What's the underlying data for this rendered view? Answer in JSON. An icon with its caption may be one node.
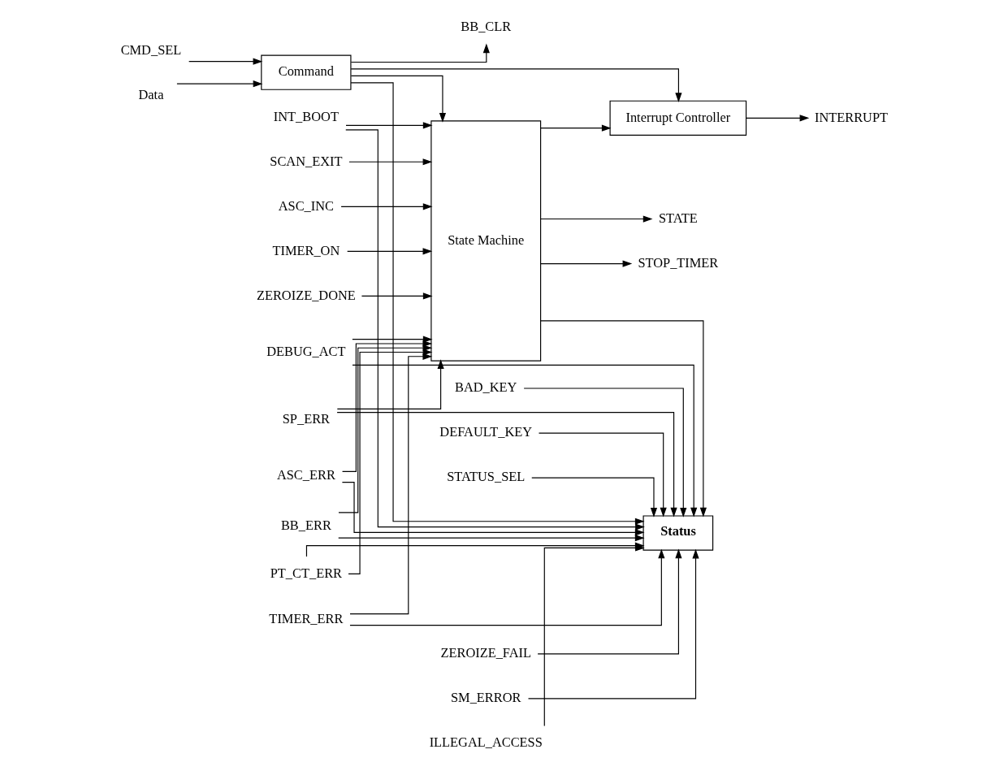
{
  "diagram": {
    "nodes": [
      {
        "text": [
          "INTERRUPT"
        ]
      },
      {
        "text": [
          "Interrupt Controller"
        ]
      },
      {
        "text": [
          "BB_CLR"
        ]
      },
      {
        "text": [
          "CMD_SEL"
        ]
      },
      {
        "text": [
          "Command"
        ]
      },
      {
        "text": [
          "Data"
        ]
      },
      {
        "text": [
          "SCAN_EXIT"
        ]
      },
      {
        "text": [
          "ASC_INC"
        ]
      },
      {
        "text": [
          "INT_BOOT"
        ]
      },
      {
        "text": [
          "TIMER_ON"
        ]
      },
      {
        "text": [
          "ZEROIZE_DONE"
        ]
      },
      {
        "text": [
          "DEBUG_ACT"
        ]
      },
      {
        "text": [
          "SP_ERR"
        ]
      },
      {
        "text": [
          "ASC_ERR"
        ]
      },
      {
        "text": [
          "BB_ERR"
        ]
      },
      {
        "text": [
          "PT_CT_ERR"
        ]
      },
      {
        "text": [
          "TIMER_ERR"
        ]
      },
      {
        "text": [
          "ZEROIZE_FAIL"
        ]
      },
      {
        "text": [
          "SM_ERROR"
        ]
      },
      {
        "text": [
          "ILLEGAL_ACCESS"
        ]
      },
      {
        "text": [
          "BAD_KEY"
        ]
      },
      {
        "text": [
          "DEFAULT_KEY"
        ]
      },
      {
        "text": [
          "State Machine"
        ]
      },
      {
        "text": [
          "STATE"
        ]
      },
      {
        "text": [
          "STOP_TIMER"
        ]
      },
      {
        "text": [
          "STATUS_SEL"
        ]
      },
      {
        "text": [
          "Status"
        ]
      }
    ],
    "edges": [
      {
        "from": 1,
        "to": 0,
        "arrow": "to"
      },
      {
        "from": 4,
        "to": 2,
        "arrow": "to"
      },
      {
        "from": 3,
        "to": 4,
        "arrow": "to"
      },
      {
        "from": 5,
        "to": 4,
        "arrow": "to"
      },
      {
        "from": 4,
        "to": 1,
        "arrow": "to"
      },
      {
        "from": 4,
        "to": 22,
        "arrow": "to"
      },
      {
        "from": 4,
        "to": 26,
        "arrow": "to"
      },
      {
        "from": 22,
        "to": 1,
        "arrow": "to"
      },
      {
        "from": 6,
        "to": 22,
        "arrow": "to"
      },
      {
        "from": 7,
        "to": 22,
        "arrow": "to"
      },
      {
        "from": 8,
        "to": 22,
        "arrow": "to"
      },
      {
        "from": 8,
        "to": 26,
        "arrow": "to"
      },
      {
        "from": 9,
        "to": 22,
        "arrow": "to"
      },
      {
        "from": 10,
        "to": 22,
        "arrow": "to"
      },
      {
        "from": 11,
        "to": 22,
        "arrow": "to"
      },
      {
        "from": 11,
        "to": 26,
        "arrow": "to"
      },
      {
        "from": 12,
        "to": 22,
        "arrow": "to"
      },
      {
        "from": 12,
        "to": 26,
        "arrow": "to"
      },
      {
        "from": 13,
        "to": 22,
        "arrow": "to"
      },
      {
        "from": 13,
        "to": 26,
        "arrow": "to"
      },
      {
        "from": 14,
        "to": 22,
        "arrow": "to"
      },
      {
        "from": 14,
        "to": 26,
        "arrow": "to"
      },
      {
        "from": 15,
        "to": 22,
        "arrow": "to"
      },
      {
        "from": 15,
        "to": 26,
        "arrow": "to"
      },
      {
        "from": 16,
        "to": 22,
        "arrow": "to"
      },
      {
        "from": 16,
        "to": 26,
        "arrow": "to"
      },
      {
        "from": 17,
        "to": 26,
        "arrow": "to"
      },
      {
        "from": 18,
        "to": 26,
        "arrow": "to"
      },
      {
        "from": 19,
        "to": 26,
        "arrow": "to"
      },
      {
        "from": 20,
        "to": 26,
        "arrow": "to"
      },
      {
        "from": 21,
        "to": 26,
        "arrow": "to"
      },
      {
        "from": 22,
        "to": 23,
        "arrow": "to"
      },
      {
        "from": 22,
        "to": 24,
        "arrow": "to"
      },
      {
        "from": 22,
        "to": 26,
        "arrow": "to"
      },
      {
        "from": 25,
        "to": 26,
        "arrow": "to"
      }
    ]
  }
}
